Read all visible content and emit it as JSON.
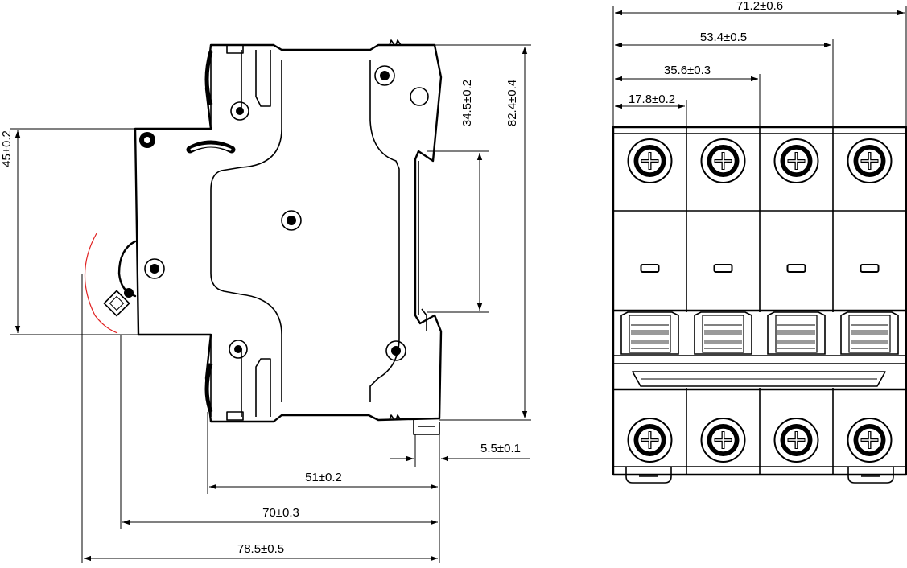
{
  "dimensions": {
    "side_view": {
      "height_45": "45±0.2",
      "height_34_5": "34.5±0.2",
      "height_82_4": "82.4±0.4",
      "width_5_5": "5.5±0.1",
      "width_51": "51±0.2",
      "width_70": "70±0.3",
      "width_78_5": "78.5±0.5"
    },
    "front_view": {
      "width_71_2": "71.2±0.6",
      "width_53_4": "53.4±0.5",
      "width_35_6": "35.6±0.3",
      "width_17_8": "17.8±0.2"
    }
  },
  "colors": {
    "line": "#000000",
    "highlight_arc": "#e02020",
    "background": "#ffffff",
    "handle_stripe": "#9a9a9a"
  },
  "poles": 4
}
